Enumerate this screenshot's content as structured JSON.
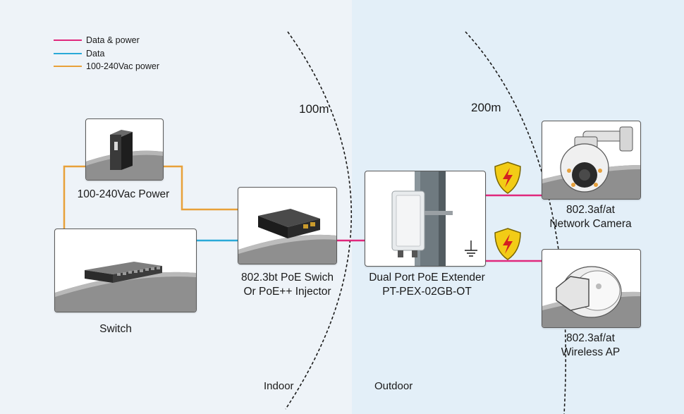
{
  "colors": {
    "data_power": "#e0287c",
    "data": "#2aa9d8",
    "ac_power": "#e8a13a",
    "indoor_bg": "#eef3f8",
    "outdoor_bg": "#e3eff8",
    "shield_fill": "#f2cc16"
  },
  "legend": [
    {
      "label": "Data & power",
      "color": "#e0287c"
    },
    {
      "label": "Data",
      "color": "#2aa9d8"
    },
    {
      "label": "100-240Vac power",
      "color": "#e8a13a"
    }
  ],
  "distances": {
    "first": "100m",
    "second": "200m"
  },
  "zones": {
    "indoor": "Indoor",
    "outdoor": "Outdoor"
  },
  "devices": {
    "power": {
      "label": "100-240Vac Power",
      "icon": "ups-icon"
    },
    "switch": {
      "label": "Switch",
      "icon": "network-switch-icon"
    },
    "injector": {
      "line1": "802.3bt PoE Swich",
      "line2": "Or PoE++ Injector",
      "icon": "poe-injector-icon"
    },
    "extender": {
      "line1": "Dual Port PoE Extender",
      "line2": "PT-PEX-02GB-OT",
      "icon": "pole-extender-icon"
    },
    "camera": {
      "line1": "802.3af/at",
      "line2": "Network Camera",
      "icon": "ptz-camera-icon"
    },
    "ap": {
      "line1": "802.3af/at",
      "line2": "Wireless AP",
      "icon": "wireless-ap-icon"
    }
  },
  "icons": [
    "lightning-shield-icon",
    "ground-icon"
  ]
}
